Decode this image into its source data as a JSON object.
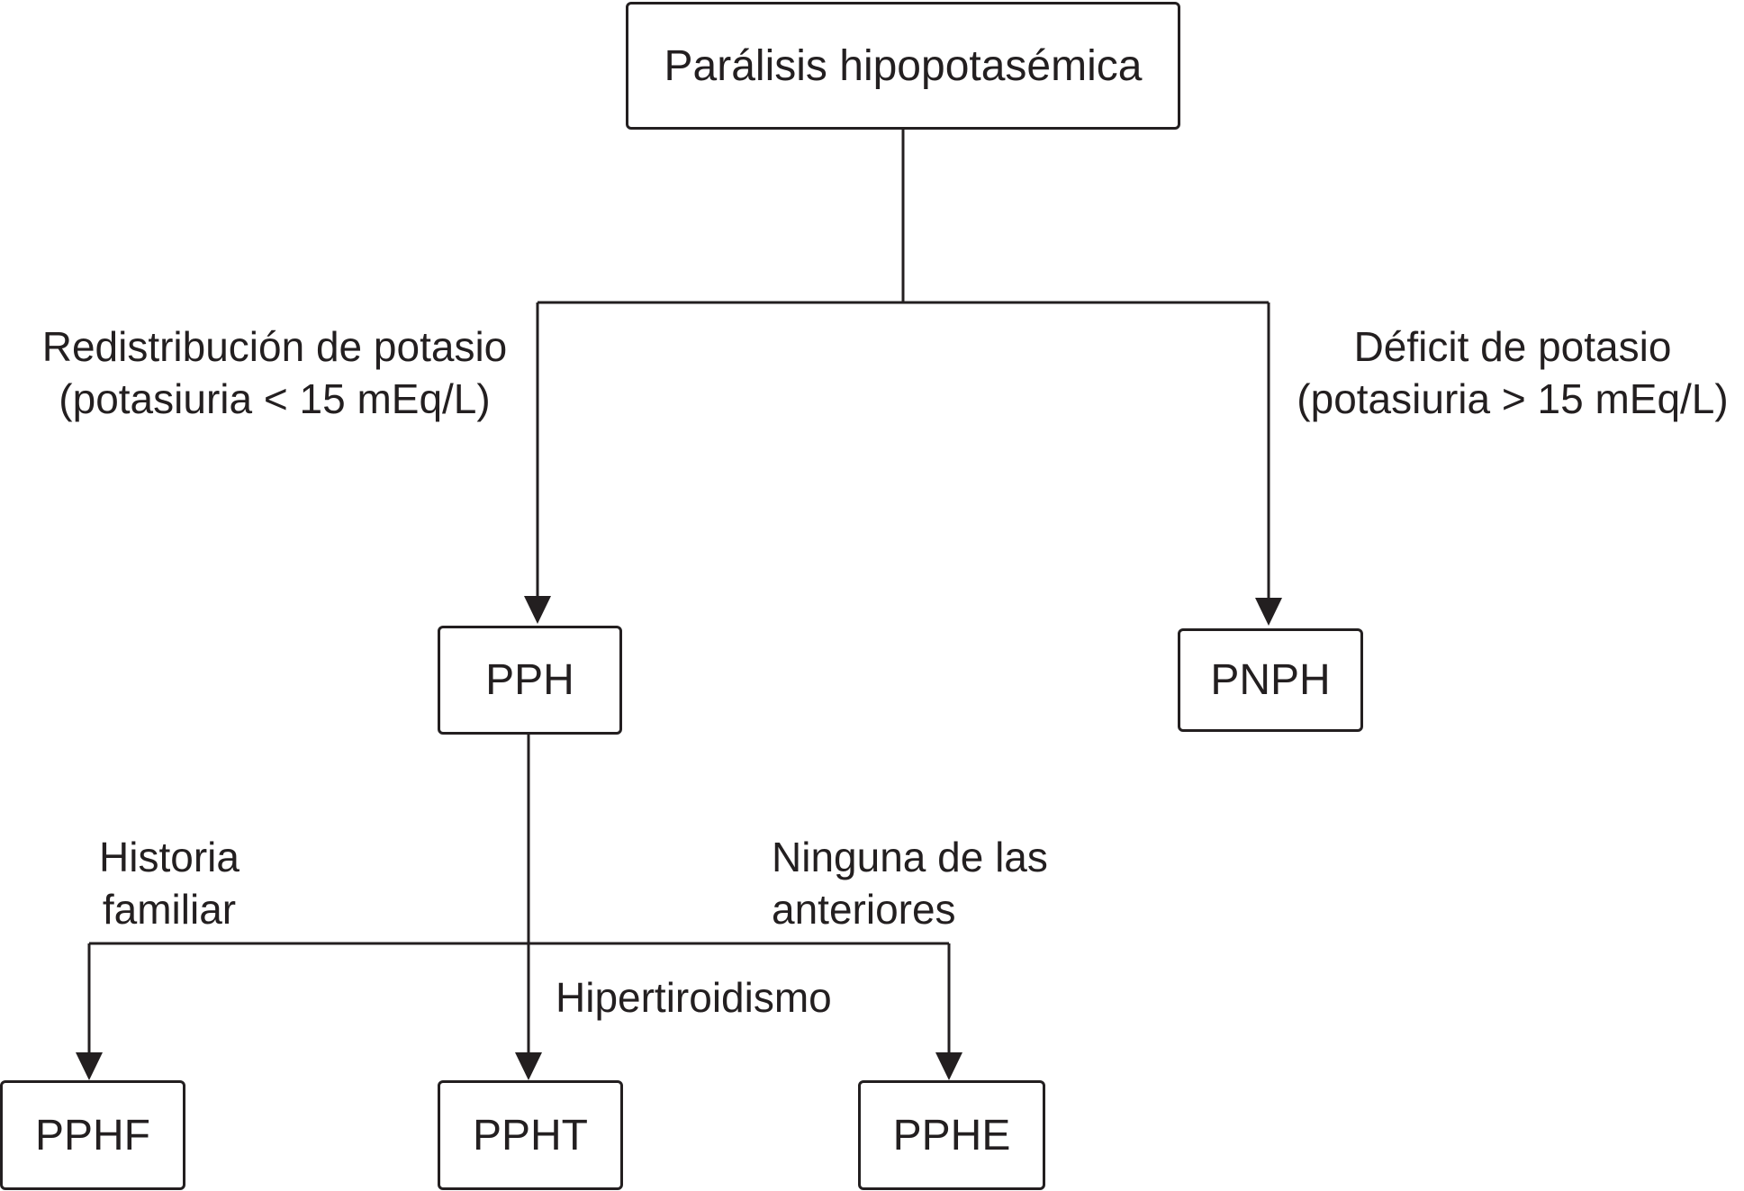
{
  "diagram": {
    "type": "flowchart",
    "nodes": {
      "root": "Parálisis hipopotasémica",
      "pph": "PPH",
      "pnph": "PNPH",
      "pphf": "PPHF",
      "ppht": "PPHT",
      "pphe": "PPHE"
    },
    "edges": {
      "redistribution": {
        "line1": "Redistribución de potasio",
        "line2": "(potasiuria < 15 mEq/L)"
      },
      "deficit": {
        "line1": "Déficit de potasio",
        "line2": "(potasiuria > 15 mEq/L)"
      },
      "family_history": {
        "line1": "Historia",
        "line2": "familiar"
      },
      "hyperthyroidism": "Hipertiroidismo",
      "none": {
        "line1": "Ninguna de las",
        "line2": "anteriores"
      }
    },
    "colors": {
      "stroke": "#231f20",
      "background": "#ffffff"
    }
  }
}
